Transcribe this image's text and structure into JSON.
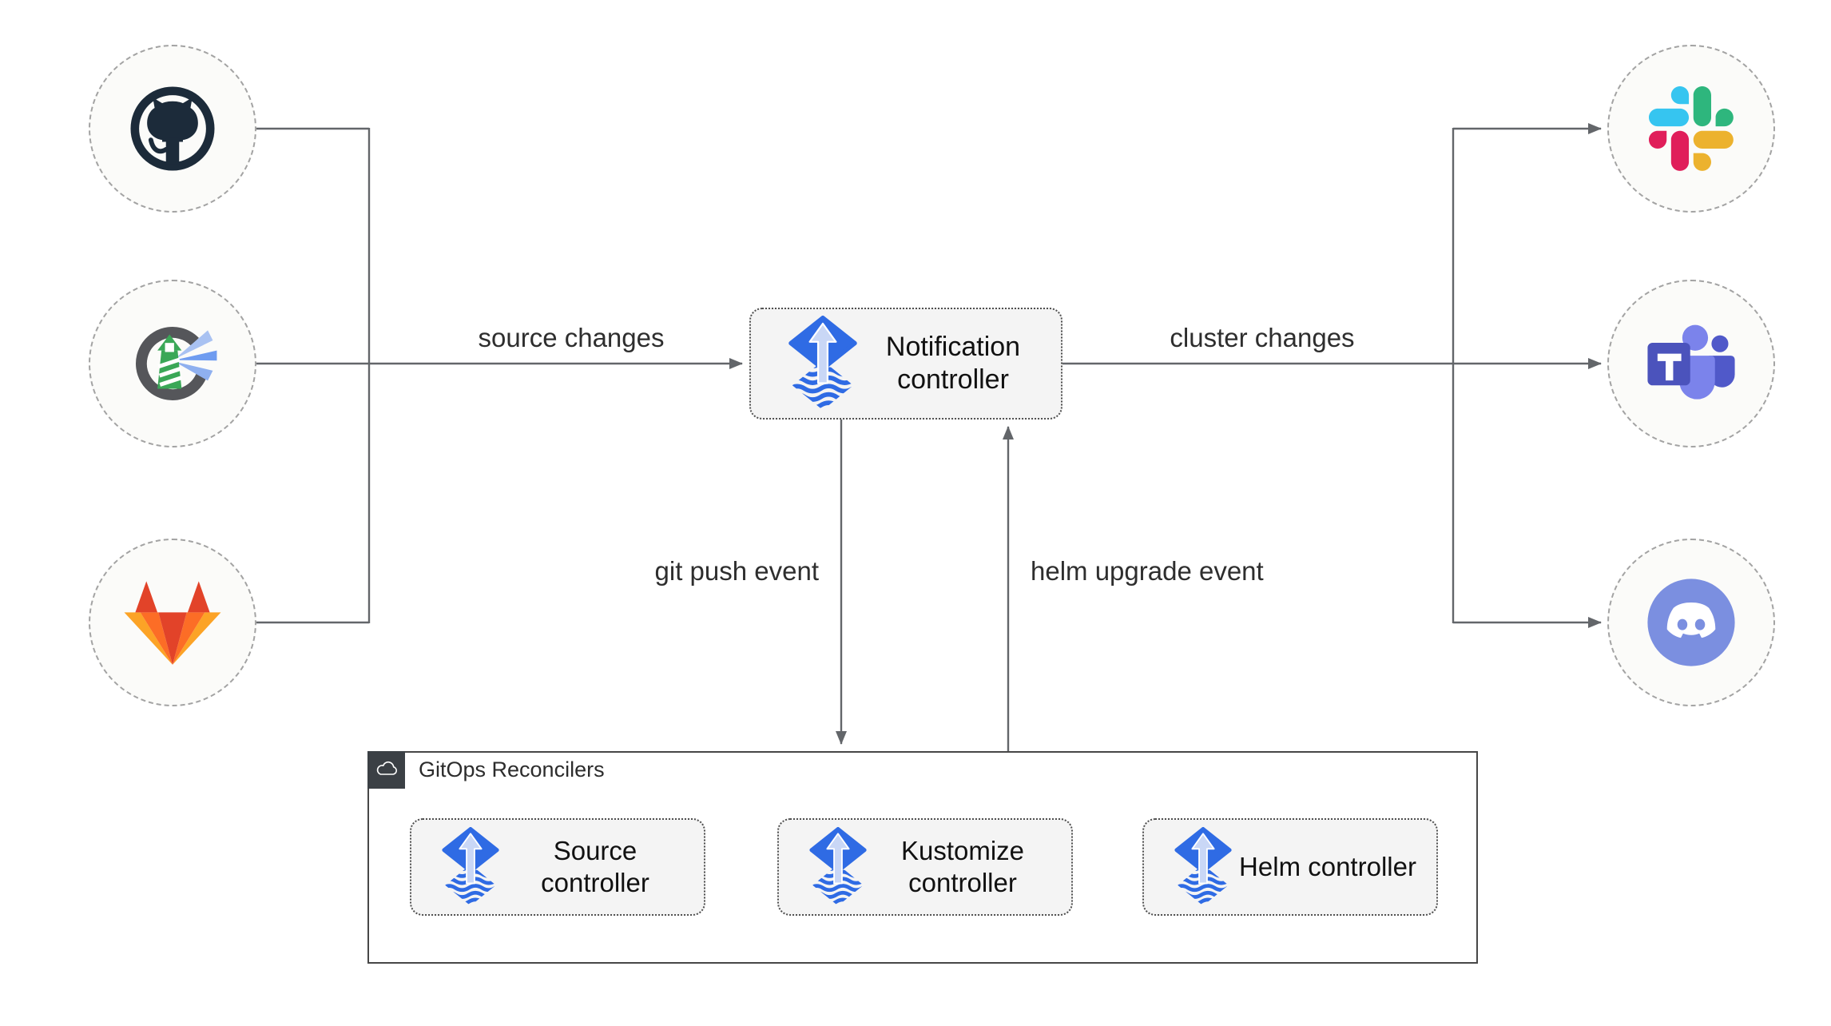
{
  "diagram": {
    "notification_controller": {
      "label": "Notification controller",
      "icon": "flux-icon"
    },
    "gitops_group": {
      "label": "GitOps Reconcilers",
      "badge_icon": "cloud-icon",
      "controllers": [
        {
          "label": "Source controller",
          "icon": "flux-icon"
        },
        {
          "label": "Kustomize controller",
          "icon": "flux-icon"
        },
        {
          "label": "Helm controller",
          "icon": "flux-icon"
        }
      ]
    },
    "sources": [
      {
        "icon": "github-icon"
      },
      {
        "icon": "harbor-icon"
      },
      {
        "icon": "gitlab-icon"
      }
    ],
    "receivers": [
      {
        "icon": "slack-icon"
      },
      {
        "icon": "microsoft-teams-icon"
      },
      {
        "icon": "discord-icon"
      }
    ],
    "edge_labels": {
      "source_changes": "source changes",
      "cluster_changes": "cluster changes",
      "git_push_event": "git push event",
      "helm_upgrade_event": "helm upgrade event"
    },
    "colors": {
      "flux_blue": "#2f6be4",
      "flux_arrow_light": "#c9d7f6",
      "connector_gray": "#666666",
      "node_fill": "#f4f4f4",
      "circle_fill": "#fbfbf9",
      "badge_dark": "#3b4045",
      "github_dark": "#1c2b3a",
      "harbor_gray": "#55565a",
      "harbor_green": "#3aa757",
      "gitlab_red": "#e24329",
      "gitlab_orange": "#fc6d26",
      "gitlab_amber": "#fca326",
      "slack_blue": "#36c5f0",
      "slack_green": "#2eb67d",
      "slack_yellow": "#ecb22e",
      "slack_red": "#e01e5a",
      "teams_purple": "#4b53bc",
      "teams_light_purple": "#7b83eb",
      "discord_blurple": "#7b8fe0"
    }
  }
}
